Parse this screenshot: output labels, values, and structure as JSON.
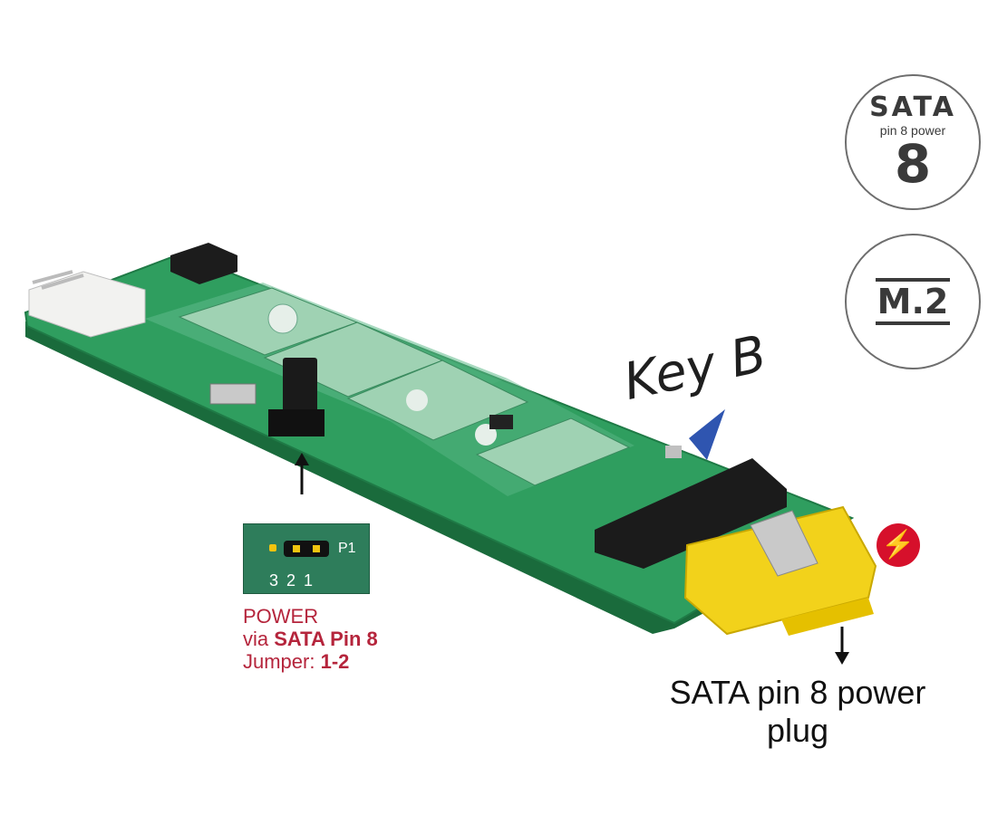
{
  "badges": {
    "sata": {
      "word": "SATA",
      "sub": "pin 8 power",
      "number": "8"
    },
    "m2": {
      "label": "M.2"
    }
  },
  "callouts": {
    "key_label": "Key B",
    "jumper": {
      "header": "P1",
      "pins": "3 2 1"
    },
    "power_line1": "POWER",
    "power_line2_prefix": "via ",
    "power_line2_bold": "SATA Pin 8",
    "power_line3_prefix": "Jumper: ",
    "power_line3_bold": "1-2",
    "plug_line1": "SATA pin 8 power",
    "plug_line2": "plug"
  },
  "colors": {
    "pcb": "#2f9e5f",
    "pcb_dark": "#1f7a46",
    "connector_yellow": "#f2d21b",
    "accent_red": "#b5253c",
    "key_marker": "#2f55b0"
  },
  "icons": [
    "lightning-icon",
    "arrow-up-icon",
    "arrow-down-icon",
    "key-marker-triangle"
  ]
}
